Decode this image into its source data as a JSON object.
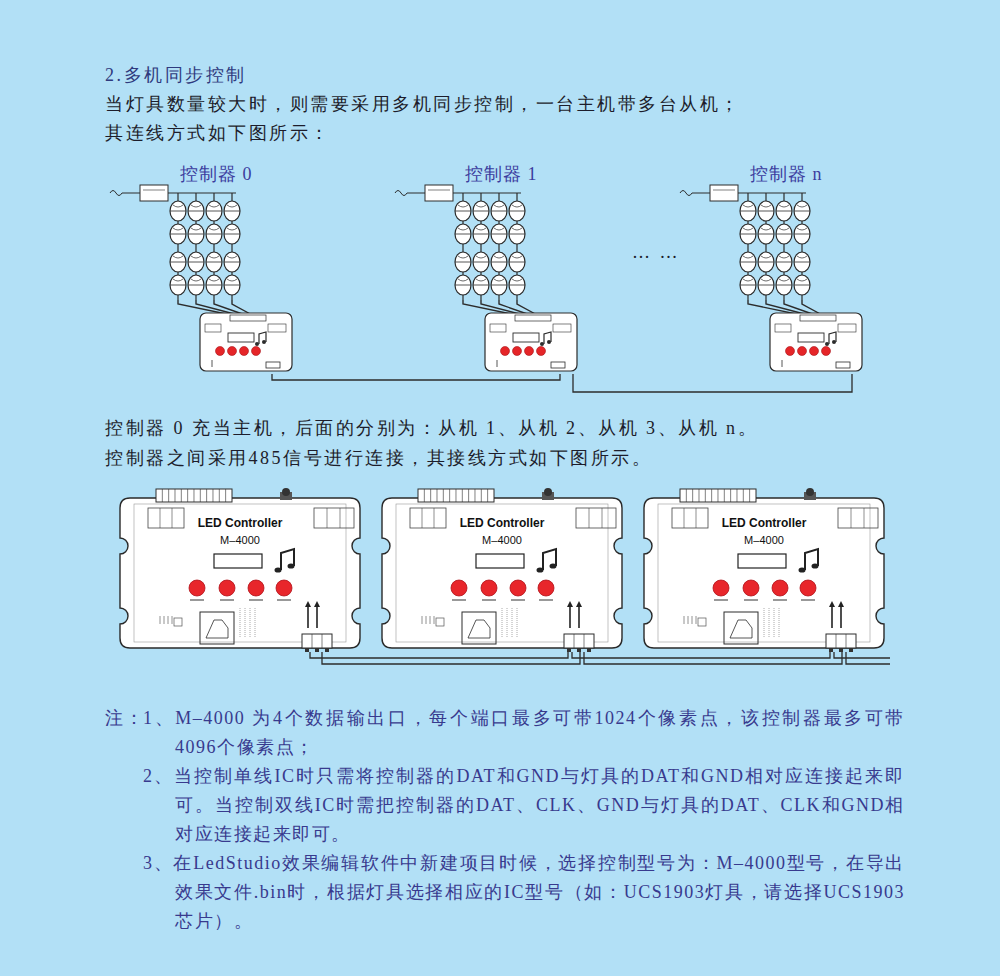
{
  "diagram": {
    "title": "2.多机同步控制",
    "nodes": [
      {
        "text": [
          "控制器 0"
        ]
      },
      {
        "text": [
          "控制器 1"
        ]
      },
      {
        "text": [
          "控制器 n"
        ]
      },
      {
        "text": [
          "LED Controller",
          "M–4000"
        ]
      },
      {
        "text": [
          "LED Controller",
          "M–4000"
        ]
      },
      {
        "text": [
          "LED Controller",
          "M–4000"
        ]
      }
    ],
    "edges": [
      {
        "from": 0,
        "to": 1,
        "arrow": "none"
      },
      {
        "from": 1,
        "to": 2,
        "arrow": "none"
      },
      {
        "from": 3,
        "to": 4,
        "arrow": "none"
      },
      {
        "from": 4,
        "to": 5,
        "arrow": "none"
      }
    ],
    "labels": [
      "当灯具数量较大时，则需要采用多机同步控制，一台主机带多台从机；",
      "其连线方式如下图所示：",
      "… …",
      "控制器 0 充当主机，后面的分别为：从机 1、从机 2、从机 3、从机 n。",
      "控制器之间采用485信号进行连接，其接线方式如下图所示。",
      "注：",
      "1、M–4000 为4个数据输出口，每个端口最多可带1024个像素点，该控制器最多可带4096个像素点；",
      "2、当控制单线IC时只需将控制器的DAT和GND与灯具的DAT和GND相对应连接起来即可。当控制双线IC时需把控制器的DAT、CLK、GND与灯具的DAT、CLK和GND相对应连接起来即可。",
      "3、在LedStudio效果编辑软件中新建项目时候，选择控制型号为：M–4000型号，在导出效果文件.bin时，根据灯具选择相应的IC型号（如：UCS1903灯具，请选择UCS1903芯片）。"
    ]
  }
}
